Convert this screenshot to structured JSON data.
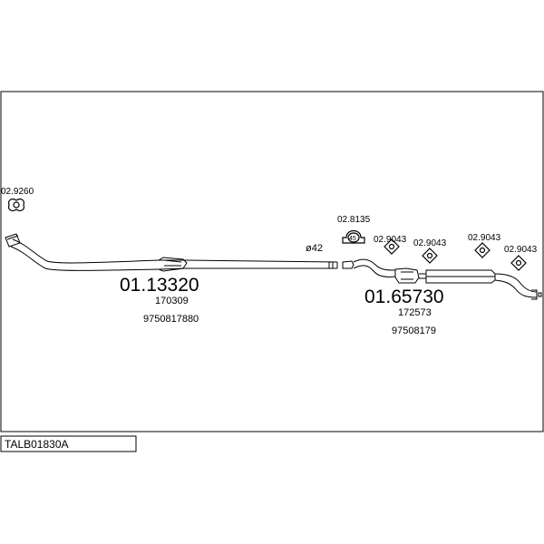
{
  "parts": [
    {
      "number": "01.13320",
      "codes": [
        "170309",
        "9750817880"
      ]
    },
    {
      "number": "01.65730",
      "codes": [
        "172573",
        "97508179"
      ]
    }
  ],
  "accessories": [
    {
      "code": "02.9260"
    },
    {
      "code": "02.8135",
      "inner_label": "45"
    },
    {
      "code": "02.9043"
    },
    {
      "code": "02.9043"
    },
    {
      "code": "02.9043"
    },
    {
      "code": "02.9043"
    }
  ],
  "diameter_label": "ø42",
  "bottom_code": "TALB01830A"
}
